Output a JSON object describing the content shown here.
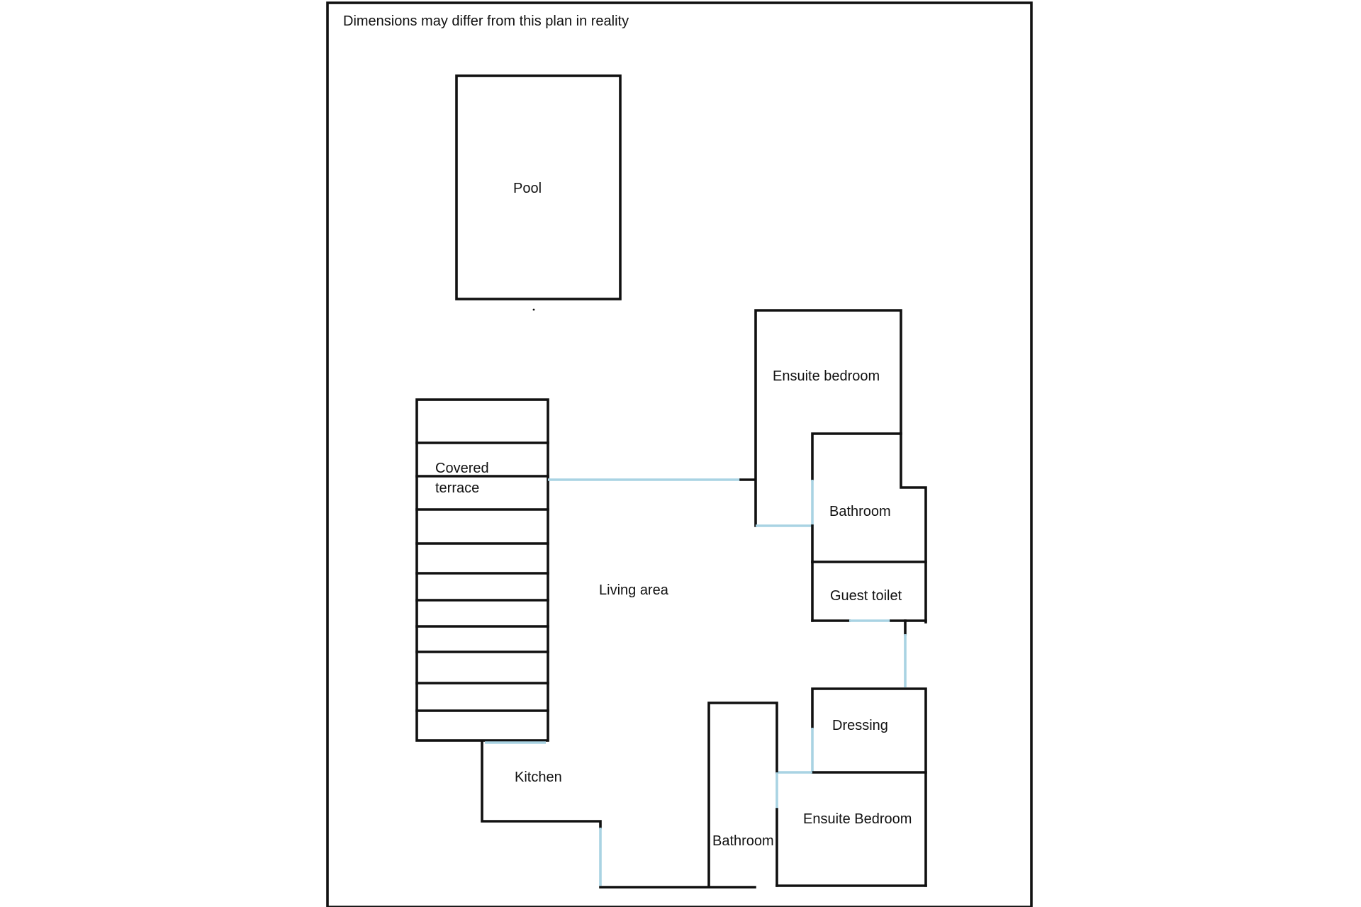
{
  "note": "Dimensions may differ from this plan in reality",
  "colors": {
    "wall": "#111111",
    "opening": "#a9d3e3",
    "background": "#ffffff"
  },
  "rooms": {
    "pool": "Pool",
    "ensuite_bedroom_top": "Ensuite bedroom",
    "covered_terrace_line1": "Covered",
    "covered_terrace_line2": "terrace",
    "bathroom_right": "Bathroom",
    "living_area": "Living area",
    "guest_toilet": "Guest toilet",
    "dressing": "Dressing",
    "kitchen": "Kitchen",
    "ensuite_bedroom_bottom": "Ensuite Bedroom",
    "bathroom_bottom": "Bathroom"
  }
}
